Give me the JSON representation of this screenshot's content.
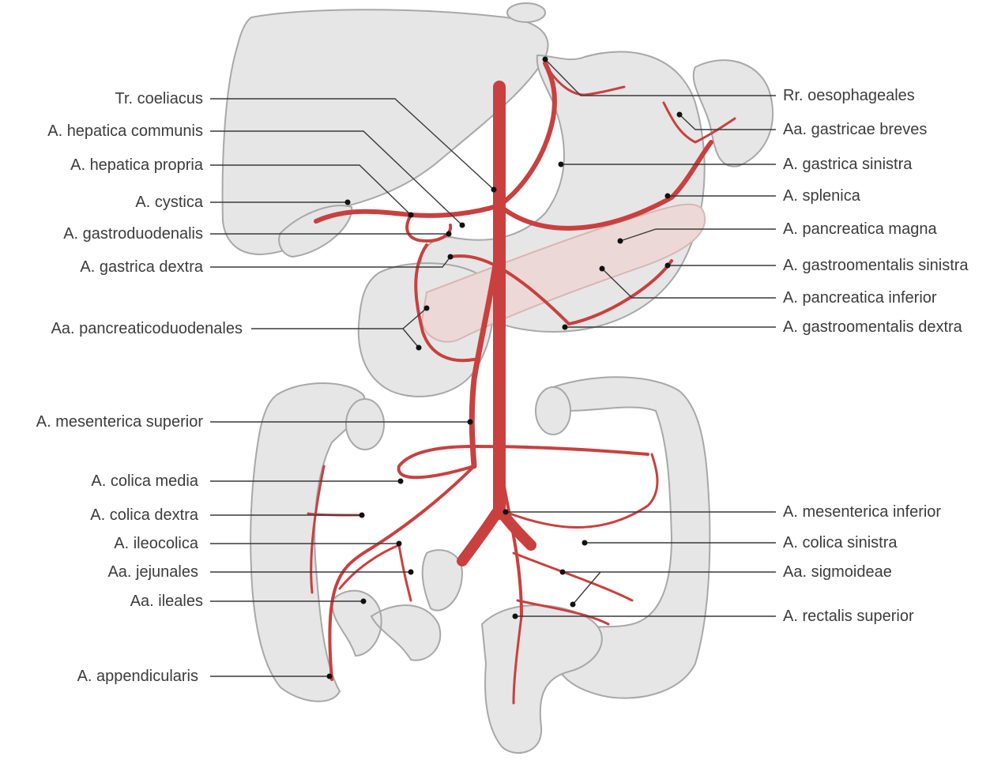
{
  "colors": {
    "artery": "#c9403f",
    "artery_light": "#e58a86",
    "organ_fill": "#e6e6e6",
    "organ_stroke": "#a8a8a8",
    "leader": "#3a3a3a",
    "text": "#3c3c3c"
  },
  "labels_left": [
    {
      "id": "tr-coeliacus",
      "text": "Tr. coeliacus"
    },
    {
      "id": "a-hepatica-communis",
      "text": "A. hepatica communis"
    },
    {
      "id": "a-hepatica-propria",
      "text": "A. hepatica  propria"
    },
    {
      "id": "a-cystica",
      "text": "A. cystica"
    },
    {
      "id": "a-gastroduodenalis",
      "text": "A. gastroduodenalis"
    },
    {
      "id": "a-gastrica-dextra",
      "text": "A. gastrica dextra"
    },
    {
      "id": "aa-pancreaticoduodenales",
      "text": "Aa. pancreaticoduodenales"
    },
    {
      "id": "a-mesenterica-superior",
      "text": "A. mesenterica superior"
    },
    {
      "id": "a-colica-media",
      "text": "A. colica media"
    },
    {
      "id": "a-colica-dextra",
      "text": "A. colica dextra"
    },
    {
      "id": "a-ileocolica",
      "text": "A. ileocolica"
    },
    {
      "id": "aa-jejunales",
      "text": "Aa. jejunales"
    },
    {
      "id": "aa-ileales",
      "text": "Aa. ileales"
    },
    {
      "id": "a-appendicularis",
      "text": "A. appendicularis"
    }
  ],
  "labels_right": [
    {
      "id": "rr-oesophageales",
      "text": "Rr. oesophageales"
    },
    {
      "id": "aa-gastricae-breves",
      "text": "Aa. gastricae breves"
    },
    {
      "id": "a-gastrica-sinistra",
      "text": "A. gastrica sinistra"
    },
    {
      "id": "a-splenica",
      "text": "A. splenica"
    },
    {
      "id": "a-pancreatica-magna",
      "text": "A. pancreatica magna"
    },
    {
      "id": "a-gastroomentalis-sinistra",
      "text": "A. gastroomentalis sinistra"
    },
    {
      "id": "a-pancreatica-inferior",
      "text": "A. pancreatica inferior"
    },
    {
      "id": "a-gastroomentalis-dextra",
      "text": "A. gastroomentalis dextra"
    },
    {
      "id": "a-mesenterica-inferior",
      "text": "A. mesenterica inferior"
    },
    {
      "id": "a-colica-sinistra",
      "text": "A. colica sinistra"
    },
    {
      "id": "aa-sigmoideae",
      "text": "Aa. sigmoideae"
    },
    {
      "id": "a-rectalis-superior",
      "text": "A. rectalis superior"
    }
  ]
}
